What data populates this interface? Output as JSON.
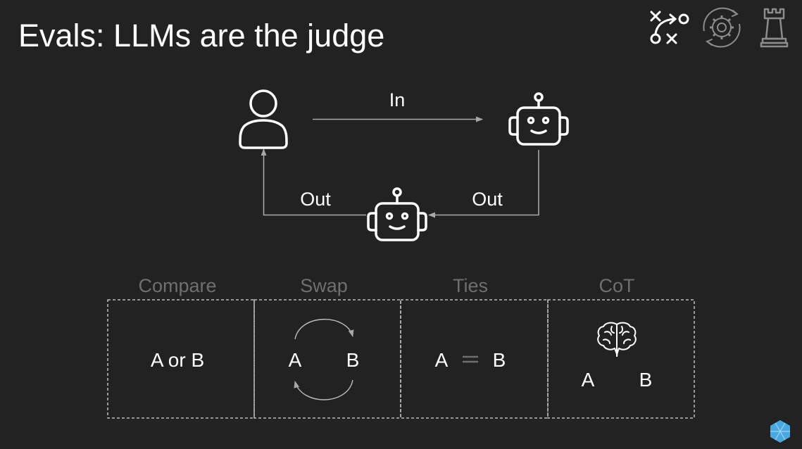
{
  "title": "Evals: LLMs are the judge",
  "flow": {
    "in_label": "In",
    "out_left_label": "Out",
    "out_right_label": "Out"
  },
  "strategies": [
    {
      "header": "Compare",
      "content": "A or B"
    },
    {
      "header": "Swap",
      "left": "A",
      "right": "B"
    },
    {
      "header": "Ties",
      "left": "A",
      "right": "B"
    },
    {
      "header": "CoT",
      "left": "A",
      "right": "B"
    }
  ],
  "icons": {
    "top_right": [
      "strategy-play-icon",
      "gear-cycle-icon",
      "chess-rook-icon"
    ],
    "user": "user-icon",
    "model": "robot-icon",
    "judge": "robot-icon",
    "cot": "brain-icon",
    "corner_logo": "hexagon-logo-icon"
  },
  "colors": {
    "background": "#222222",
    "foreground": "#ffffff",
    "muted": "#6f6f6f",
    "arrow": "#a8a8a8",
    "logo": "#4aa8e0"
  }
}
